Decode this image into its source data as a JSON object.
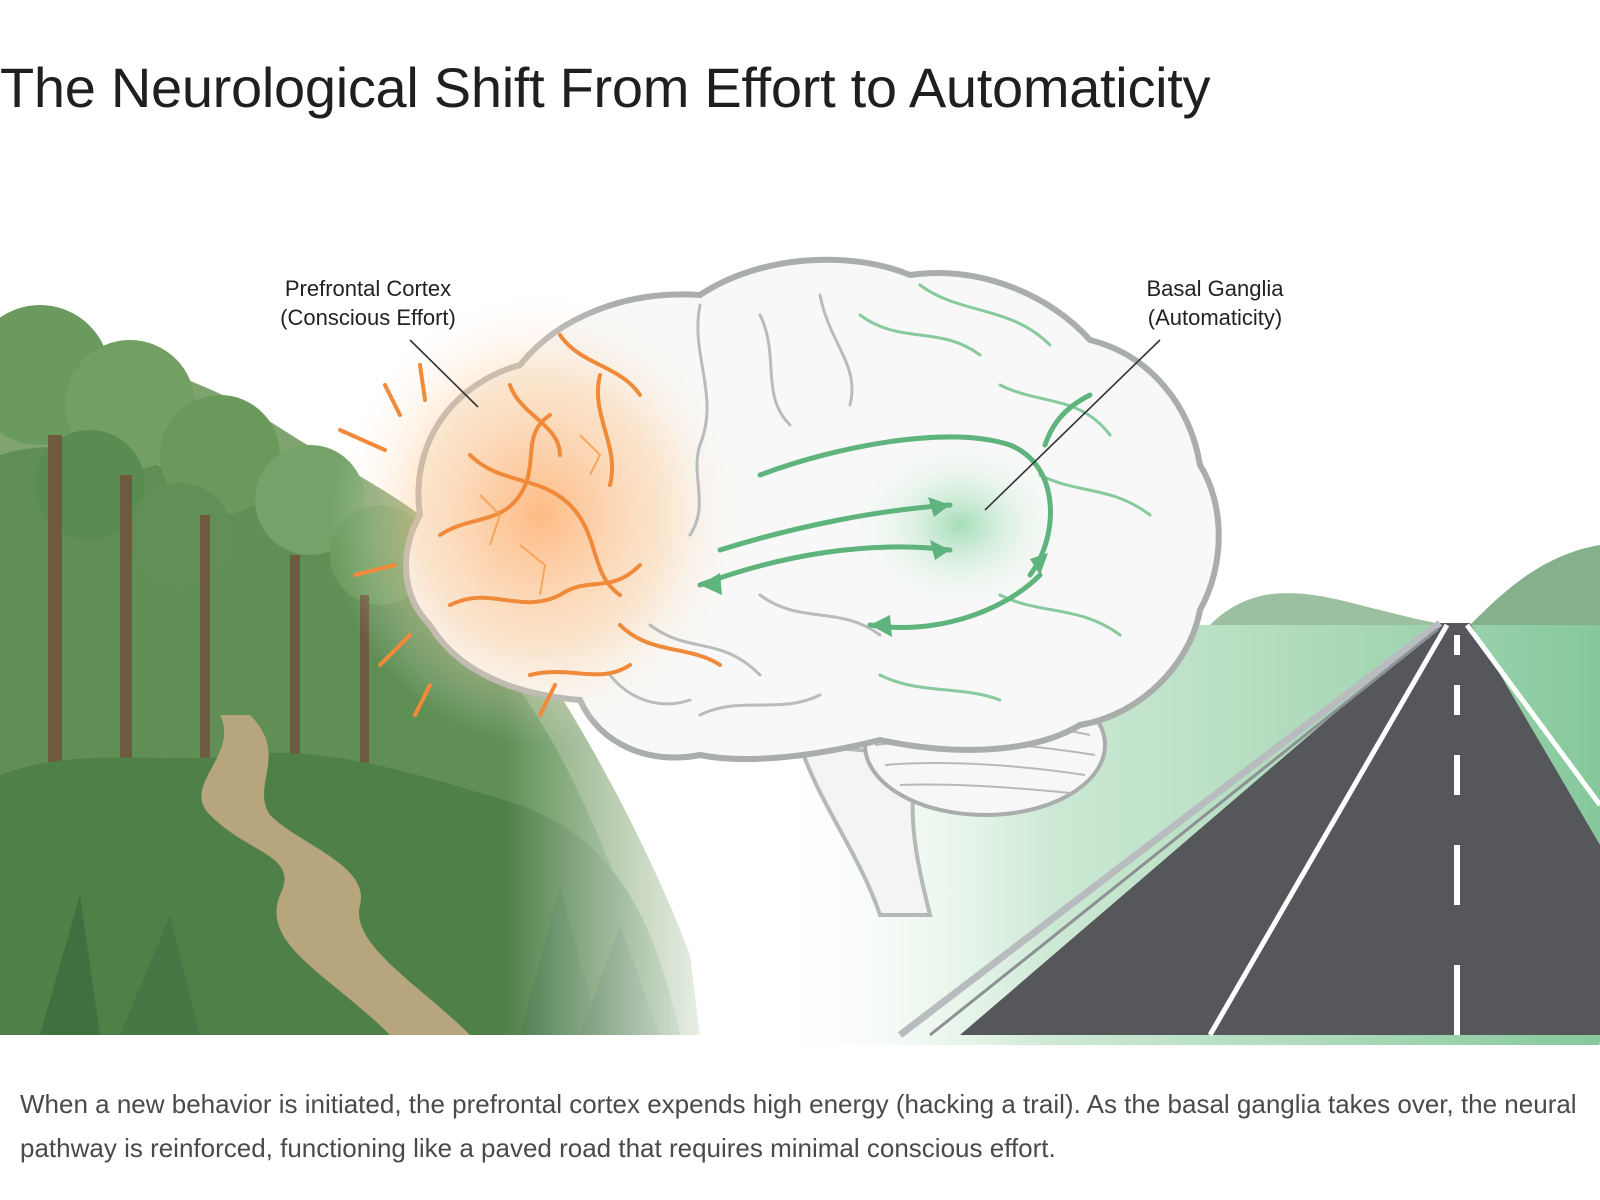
{
  "title": "The Neurological Shift From Effort to Automaticity",
  "illustration": {
    "label_left": {
      "line1": "Prefrontal Cortex",
      "line2": "(Conscious Effort)"
    },
    "label_right": {
      "line1": "Basal Ganglia",
      "line2": "(Automaticity)"
    },
    "colors": {
      "effort": "#f28a3a",
      "automaticity": "#6fc08d",
      "forest": "#5f8f55",
      "road": "#55575b"
    },
    "icons": [
      "brain-icon",
      "forest-trail-icon",
      "paved-road-icon"
    ]
  },
  "caption": "When a new behavior is initiated, the prefrontal cortex expends high energy (hacking a trail). As the basal ganglia takes over, the neural pathway is reinforced, functioning like a paved road that requires minimal conscious effort."
}
